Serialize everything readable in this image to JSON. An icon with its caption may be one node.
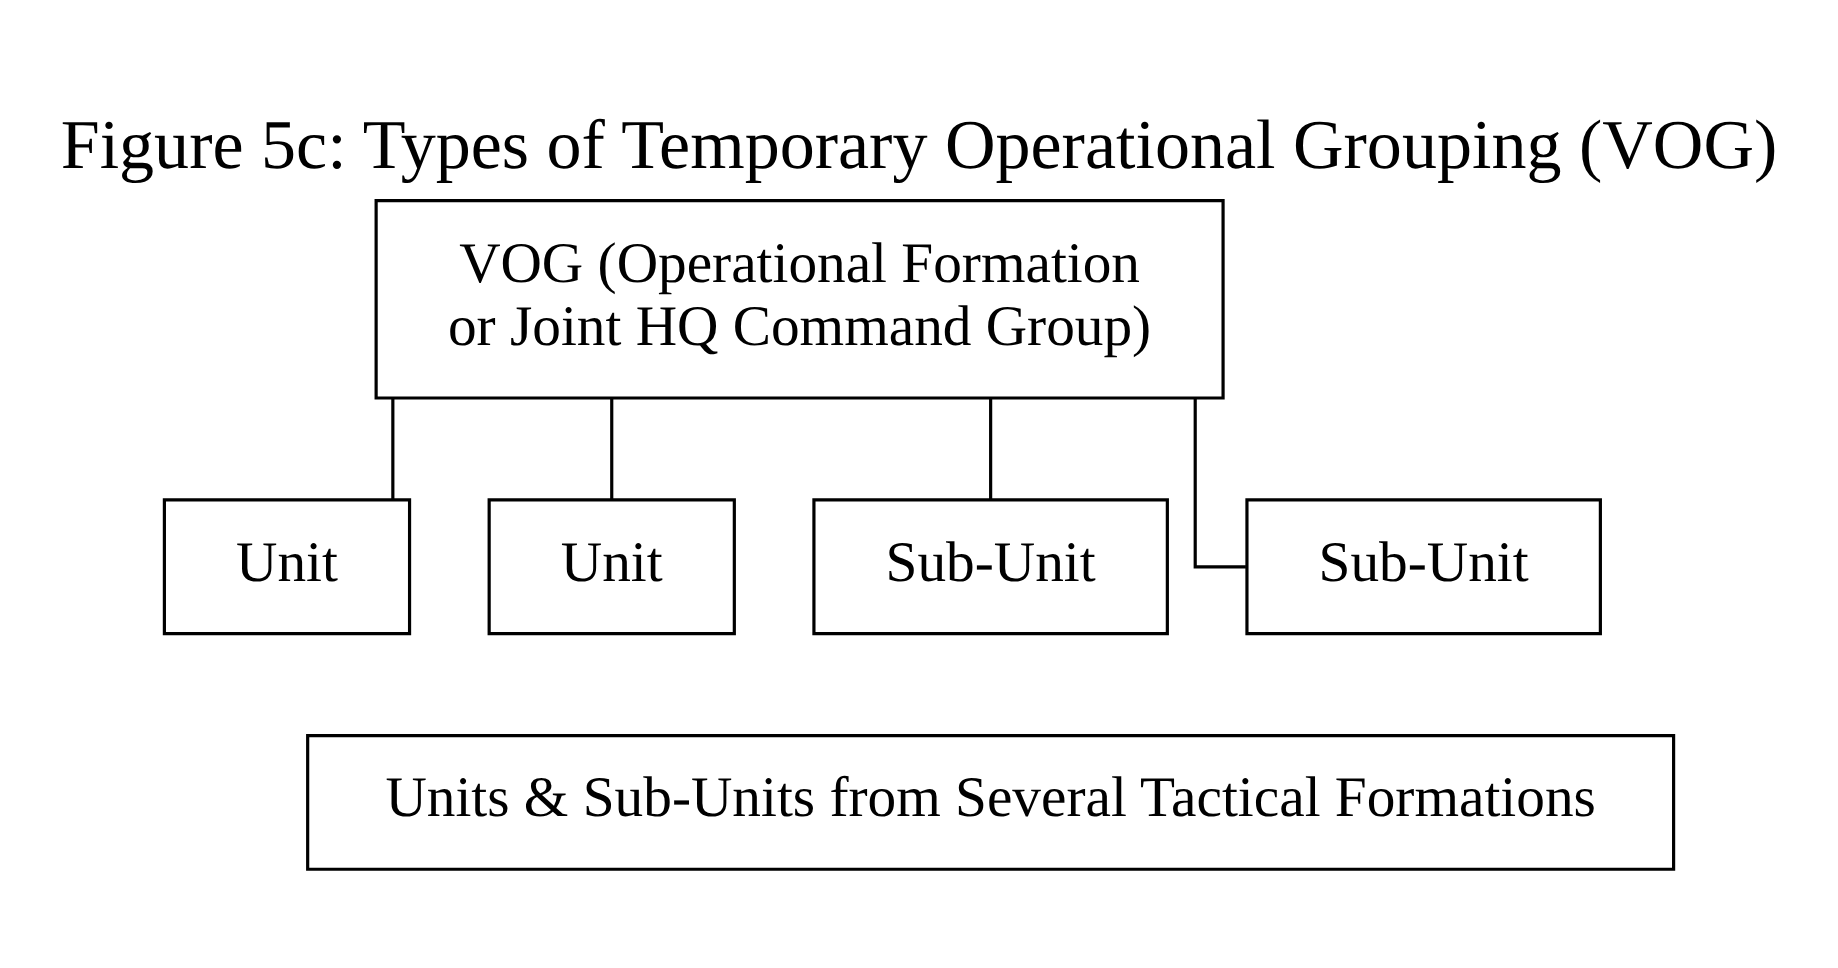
{
  "diagram": {
    "title": "Figure 5c: Types of Temporary Operational Grouping (VOG)",
    "nodes": [
      {
        "text": [
          "VOG (Operational Formation or Joint HQ Command Group)"
        ]
      },
      {
        "text": [
          "Unit"
        ]
      },
      {
        "text": [
          "Unit"
        ]
      },
      {
        "text": [
          "Sub-Unit"
        ]
      },
      {
        "text": [
          "Sub-Unit"
        ]
      },
      {
        "text": [
          "Units & Sub-Units from Several Tactical Formations"
        ]
      }
    ],
    "edges": [
      {
        "from": 0,
        "to": 1,
        "arrow": "none"
      },
      {
        "from": 0,
        "to": 2,
        "arrow": "none"
      },
      {
        "from": 0,
        "to": 3,
        "arrow": "none"
      },
      {
        "from": 0,
        "to": 4,
        "arrow": "none"
      }
    ]
  }
}
